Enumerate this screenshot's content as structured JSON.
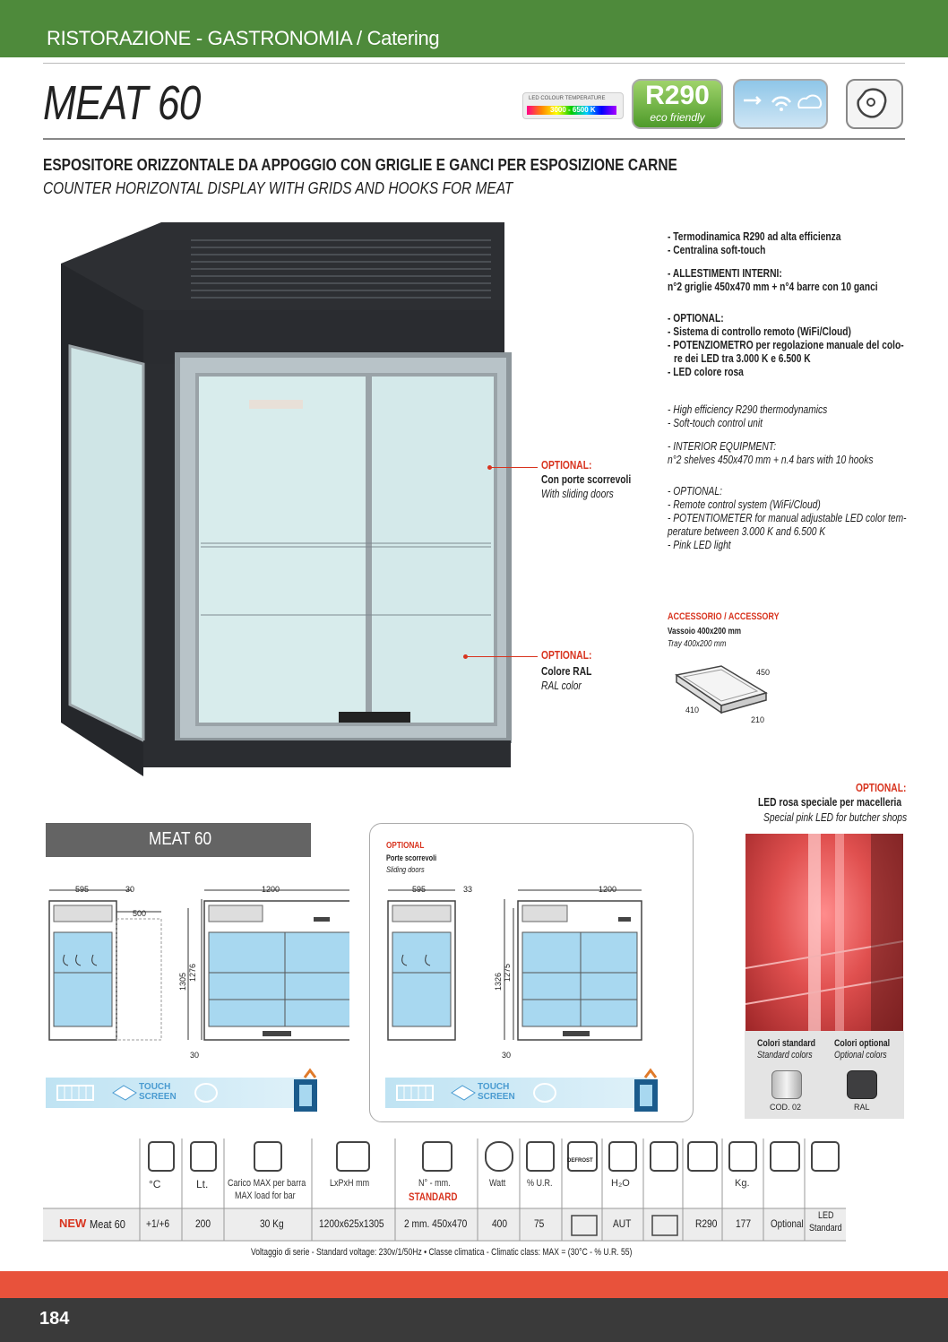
{
  "header": {
    "title": "RISTORAZIONE - GASTRONOMIA / Catering"
  },
  "product": {
    "name": "MEAT 60",
    "subtitle_it": "ESPOSITORE ORIZZONTALE DA APPOGGIO CON GRIGLIE E GANCI PER ESPOSIZIONE CARNE",
    "subtitle_en": "COUNTER HORIZONTAL DISPLAY WITH GRIDS AND HOOKS FOR MEAT"
  },
  "badges": {
    "led_caption": "LED COLOUR TEMPERATURE",
    "led_range": "3000 - 6500 K",
    "r290": "R290",
    "eco": "eco friendly"
  },
  "features_it": {
    "line1": "- Termodinamica R290 ad alta efficienza",
    "line2": "- Centralina soft-touch",
    "interni_head": "- ALLESTIMENTI INTERNI:",
    "interni_text": "n°2 griglie 450x470 mm + n°4 barre con 10 ganci",
    "opt_head": "- OPTIONAL:",
    "opt1": "- Sistema di controllo remoto (WiFi/Cloud)",
    "opt2": "- POTENZIOMETRO per regolazione manuale del colo-",
    "opt2b": "re dei LED tra 3.000 K e 6.500 K",
    "opt3": "- LED colore rosa"
  },
  "features_en": {
    "line1": "- High efficiency R290 thermodynamics",
    "line2": "- Soft-touch control unit",
    "interni_head": "- INTERIOR EQUIPMENT:",
    "interni_text": "n°2 shelves 450x470 mm + n.4 bars with 10 hooks",
    "opt_head": "- OPTIONAL:",
    "opt1": "- Remote control system (WiFi/Cloud)",
    "opt2": "- POTENTIOMETER for manual adjustable LED color tem-",
    "opt2b": "perature between 3.000 K and 6.500 K",
    "opt3": "- Pink LED light"
  },
  "callouts": {
    "doors": {
      "head": "OPTIONAL:",
      "it": "Con porte scorrevoli",
      "en": "With sliding doors"
    },
    "ral": {
      "head": "OPTIONAL:",
      "it": "Colore RAL",
      "en": "RAL color"
    }
  },
  "accessory": {
    "head": "ACCESSORIO / ACCESSORY",
    "it": "Vassoio 400x200 mm",
    "en": "Tray 400x200 mm",
    "dim_a": "450",
    "dim_b": "410",
    "dim_c": "210"
  },
  "pink_led": {
    "head": "OPTIONAL:",
    "it": "LED rosa speciale per macelleria",
    "en": "Special pink LED for butcher shops"
  },
  "drawings": {
    "section_label": "MEAT 60",
    "opt_head": "OPTIONAL",
    "opt_it": "Porte scorrevoli",
    "opt_en": "Sliding doors",
    "left": {
      "d595": "595",
      "d30": "30",
      "d500": "500",
      "d1200": "1200",
      "d1305": "1305",
      "d1276": "1276",
      "d30b": "30"
    },
    "right": {
      "d595": "595",
      "d33": "33",
      "d1200": "1200",
      "d1326": "1326",
      "d1275": "1275",
      "d30b": "30"
    },
    "touch": "TOUCH",
    "screen": "SCREEN"
  },
  "colors": {
    "standard_it": "Colori standard",
    "standard_en": "Standard colors",
    "optional_it": "Colori optional",
    "optional_en": "Optional colors",
    "cod": "COD. 02",
    "ral": "RAL"
  },
  "table": {
    "headers": [
      "°C",
      "Lt.",
      "Carico MAX per barra",
      "MAX load for bar",
      "LxPxH mm",
      "N° - mm.",
      "STANDARD",
      "Watt",
      "% U.R.",
      "H₂O",
      "Kg."
    ],
    "defrost": "DEFROST",
    "new": "NEW",
    "model": "Meat 60",
    "values": [
      "+1/+6",
      "200",
      "30 Kg",
      "1200x625x1305",
      "2 mm. 450x470",
      "400",
      "75",
      "AUT",
      "R290",
      "177",
      "Optional",
      "LED",
      "Standard"
    ]
  },
  "footnote": "Voltaggio di serie - Standard voltage: 230v/1/50Hz   •   Classe climatica - Climatic class: MAX = (30°C - % U.R. 55)",
  "page_number": "184"
}
